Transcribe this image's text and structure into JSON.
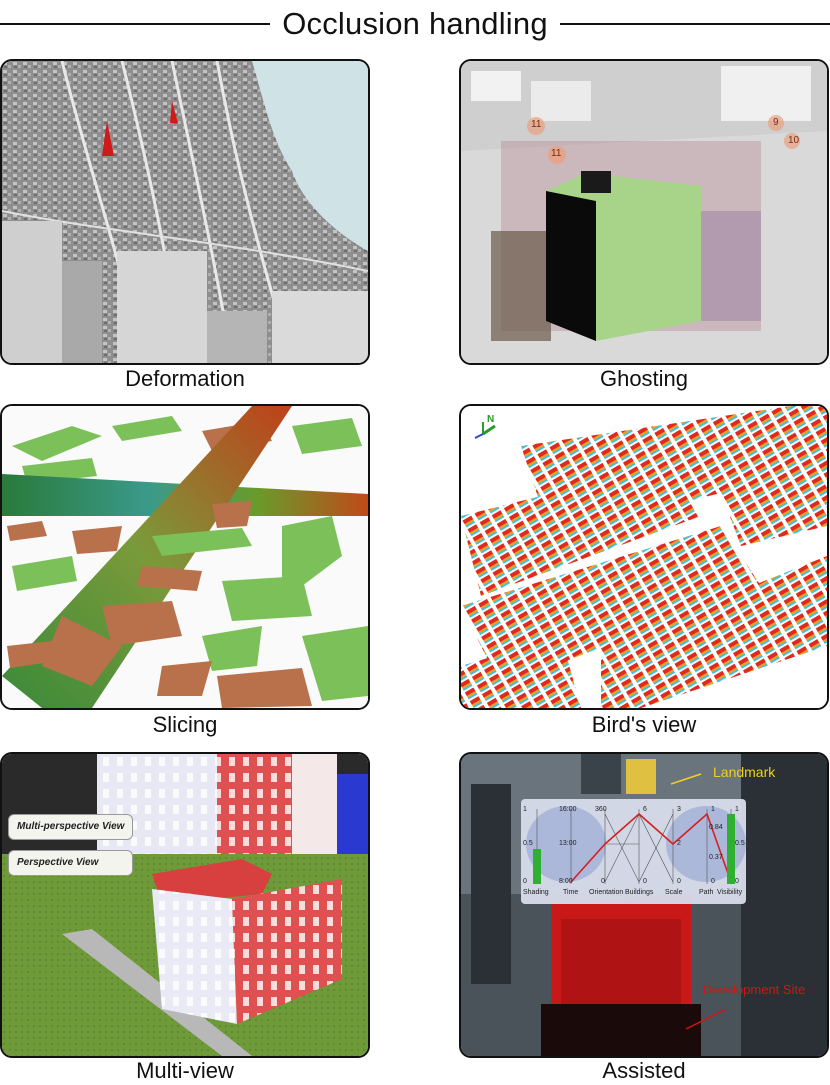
{
  "header": {
    "title": "Occlusion handling"
  },
  "panels": [
    {
      "id": "deformation",
      "caption": "Deformation"
    },
    {
      "id": "ghosting",
      "caption": "Ghosting",
      "markers": [
        "11",
        "11",
        "9",
        "10"
      ]
    },
    {
      "id": "slicing",
      "caption": "Slicing"
    },
    {
      "id": "birds-view",
      "caption": "Bird's view",
      "axis_label": "N"
    },
    {
      "id": "multi-view",
      "caption": "Multi-view",
      "labels": {
        "multi": "Multi-perspective View",
        "perspective": "Perspective View"
      }
    },
    {
      "id": "assisted",
      "caption": "Assisted",
      "landmark": "Landmark",
      "site": "Development Site",
      "pcp": {
        "axes": [
          "Shading",
          "Time",
          "Orientation",
          "Buildings",
          "Scale",
          "Path",
          "Visibility"
        ],
        "ticks": [
          "1",
          "0.5",
          "0",
          "16:00",
          "13:00",
          "8:00",
          "360",
          "0",
          "6",
          "0",
          "3",
          "2",
          "0",
          "1",
          "0.84",
          "0.37",
          "0",
          "1",
          "0.5",
          "0"
        ]
      }
    }
  ],
  "colors": {
    "building_gray": "#9a9a9a",
    "ghost_green": "#a8d48a",
    "slice_green": "#7cc05a",
    "slice_brown": "#b8714a",
    "heat_red": "#e02a20",
    "facade_red": "#e05050"
  }
}
